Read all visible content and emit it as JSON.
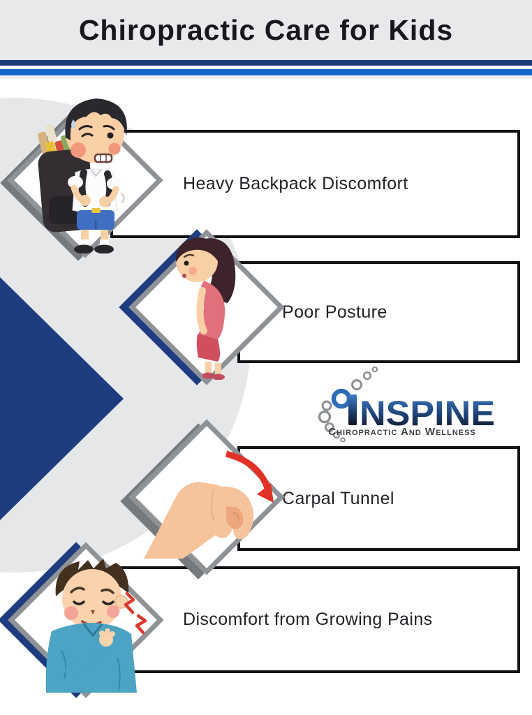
{
  "page": {
    "title": "Chiropractic Care for Kids"
  },
  "items": [
    {
      "label": "Heavy Backpack Discomfort",
      "illustration": "boy-with-heavy-backpack"
    },
    {
      "label": "Poor Posture",
      "illustration": "slouching-girl"
    },
    {
      "label": "Carpal Tunnel",
      "illustration": "bent-wrist-hand-with-red-arrow"
    },
    {
      "label": "Discomfort from Growing Pains",
      "illustration": "boy-with-shoulder-pain"
    }
  ],
  "logo": {
    "brand": "INSPINE",
    "brand_glyphs": "NSPINE",
    "tagline": "Chiropractic And Wellness"
  },
  "colors": {
    "top_band_gray": "#e8e9eb",
    "circle_gray": "#e5e7e9",
    "stripe_navy": "#1e3a78",
    "stripe_blue": "#1465c8",
    "triangle_navy": "#1e3c80",
    "diamond_border_gray": "#8f9397",
    "diamond_shadow_gray": "#76797d",
    "box_border_black": "#121316",
    "label_text": "#1f2125",
    "logo_ring_blue": "#2e6cb5",
    "logo_gradient_top": "#3d7bc4",
    "logo_gradient_bottom": "#121318",
    "arrow_red": "#e23227"
  }
}
